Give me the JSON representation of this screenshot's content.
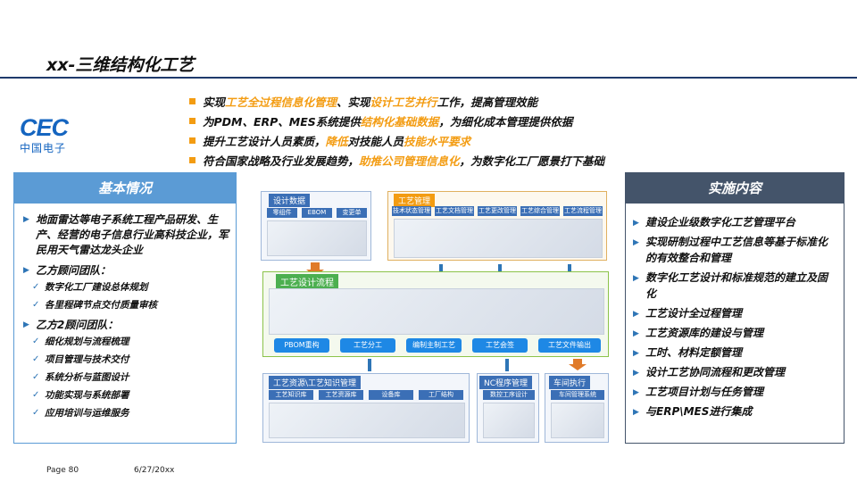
{
  "title": "xx-三维结构化工艺",
  "logo": {
    "brand": "CEC",
    "cn": "中国电子"
  },
  "top_bullets": [
    {
      "parts": [
        "实现",
        "工艺全过程信息化管理",
        "、实现",
        "设计工艺并行",
        "工作，提高管理效能"
      ]
    },
    {
      "parts": [
        "为PDM、ERP、MES系统提供",
        "结构化基础数据",
        "，为细化成本管理提供依据"
      ]
    },
    {
      "parts": [
        "提升工艺设计人员素质，",
        "降低",
        "对技能人员",
        "技能水平要求",
        ""
      ]
    },
    {
      "parts": [
        "符合国家战略及行业发展趋势，",
        "助推公司管理信息化",
        "，为数字化工厂愿景打下基础"
      ]
    }
  ],
  "left_panel": {
    "header": "基本情况",
    "main": "地面雷达等电子系统工程产品研发、生产、经营的电子信息行业高科技企业，军民用天气雷达龙头企业",
    "team1": "乙方顾问团队：",
    "team1_items": [
      "数字化工厂建设总体规划",
      "各里程碑节点交付质量审核"
    ],
    "team2": "乙方2顾问团队：",
    "team2_items": [
      "细化规划与流程梳理",
      "项目管理与技术交付",
      "系统分析与蓝图设计",
      "功能实现与系统部署",
      "应用培训与运维服务"
    ]
  },
  "right_panel": {
    "header": "实施内容",
    "items": [
      "建设企业级数字化工艺管理平台",
      "实现研制过程中工艺信息等基于标准化的有效整合和管理",
      "数字化工艺设计和标准规范的建立及固化",
      "工艺设计全过程管理",
      "工艺资源库的建设与管理",
      "工时、材料定额管理",
      "设计工艺协同流程和更改管理",
      "工艺项目计划与任务管理",
      "与ERP\\MES进行集成"
    ]
  },
  "diagram": {
    "design_data": {
      "title": "设计数据",
      "tabs": [
        "零组件",
        "EBOM",
        "变更单"
      ]
    },
    "process_mgmt": {
      "title": "工艺管理",
      "tabs": [
        "技术状态管理",
        "工艺文档管理",
        "工艺更改管理",
        "工艺综合管理",
        "工艺流程管理"
      ]
    },
    "design_flow": {
      "title": "工艺设计流程",
      "steps": [
        "PBOM重构",
        "工艺分工",
        "编制主制工艺",
        "工艺会签",
        "工艺文件输出"
      ]
    },
    "resource": {
      "title": "工艺资源\\工艺知识管理",
      "tabs": [
        "工艺知识库",
        "工艺资源库",
        "设备库",
        "工厂结构"
      ]
    },
    "nc": {
      "title": "NC程序管理",
      "tab": "数控工序设计"
    },
    "workshop": {
      "title": "车间执行",
      "tab": "车间管理系统"
    }
  },
  "footer": {
    "page": "Page 80",
    "date": "6/27/20xx"
  },
  "colors": {
    "accent": "#f39c12",
    "blue": "#5b9bd5",
    "dark": "#44546a"
  }
}
